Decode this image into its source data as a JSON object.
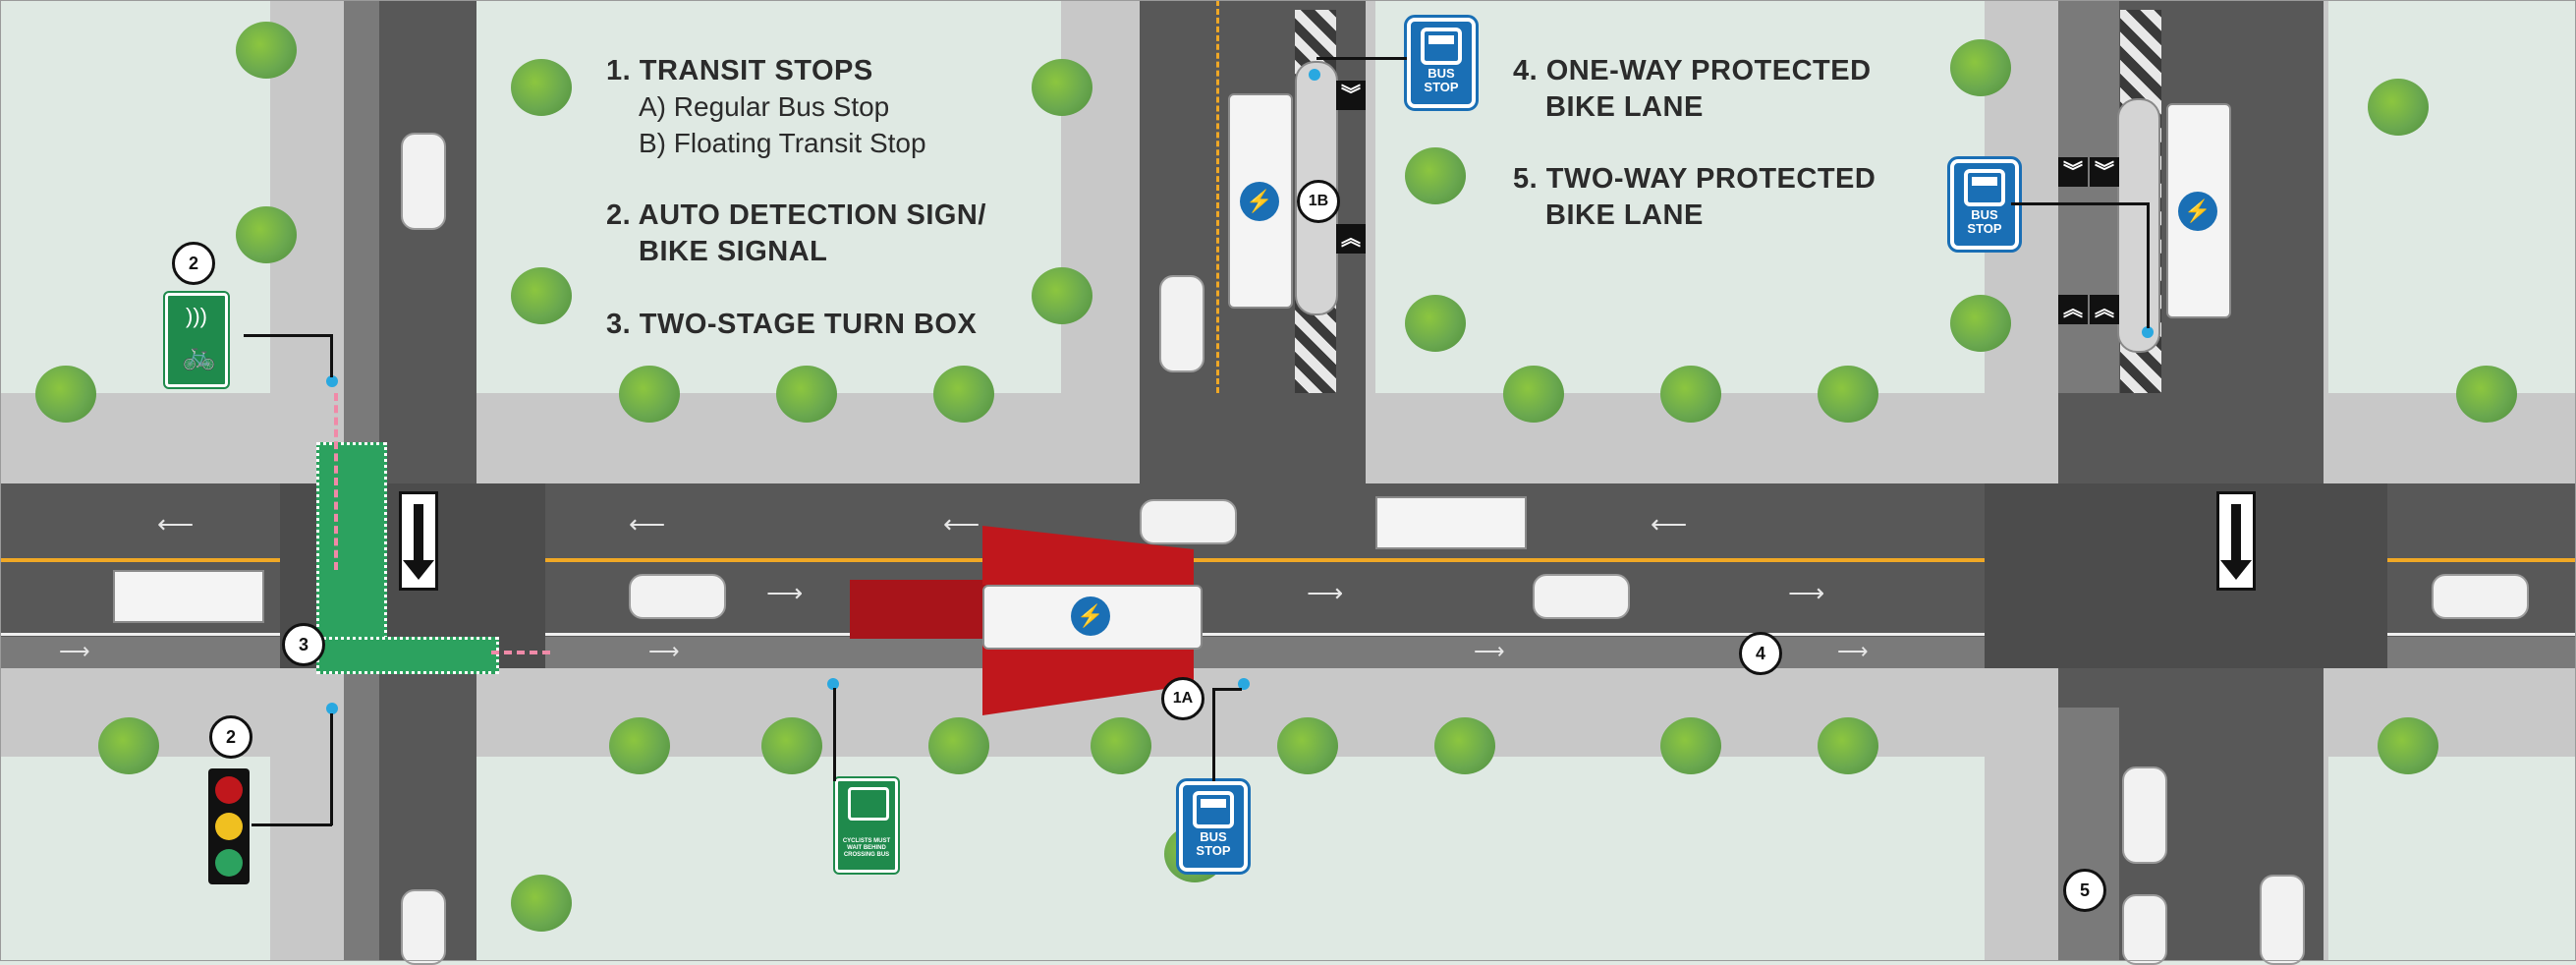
{
  "legend": {
    "item1_title": "1. TRANSIT STOPS",
    "item1_a": "A)  Regular Bus Stop",
    "item1_b": "B)  Floating Transit Stop",
    "item2_line1": "2. AUTO DETECTION SIGN/",
    "item2_line2": "BIKE SIGNAL",
    "item3": "3. TWO-STAGE TURN BOX",
    "item4_line1": "4. ONE-WAY PROTECTED",
    "item4_line2": "BIKE LANE",
    "item5_line1": "5. TWO-WAY PROTECTED",
    "item5_line2": "BIKE LANE"
  },
  "callouts": {
    "c1a": "1A",
    "c1b": "1B",
    "c2_top": "2",
    "c2_bottom": "2",
    "c3": "3",
    "c4": "4",
    "c5": "5"
  },
  "signs": {
    "bus_stop_label_line1": "BUS",
    "bus_stop_label_line2": "STOP",
    "cyclist_sign_text": "CYCLISTS MUST WAIT BEHIND CROSSING BUS"
  },
  "colors": {
    "road": "#585858",
    "sidewalk": "#c8c8c8",
    "green_space": "#dfe9e3",
    "transit_blue": "#1a6fb5",
    "bike_green": "#1f8a4c",
    "conflict_red": "#c0171c",
    "crossing_pink": "#f08aa8"
  },
  "icons": [
    "bus-icon",
    "bicycle-icon",
    "traffic-light-icon",
    "arrow-down-icon",
    "chevron-icon",
    "tree-icon",
    "car-icon",
    "truck-icon"
  ]
}
